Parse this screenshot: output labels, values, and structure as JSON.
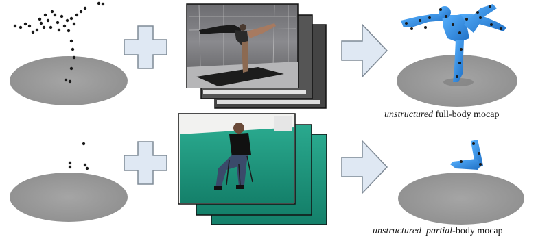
{
  "rows": [
    {
      "id": "full",
      "caption": {
        "italic": "unstructured",
        "rest": " full-body mocap"
      },
      "colors": {
        "body": "#2f8fe6",
        "floor_studio": "#3a3a3a",
        "mat": "#1c1c1c"
      }
    },
    {
      "id": "partial",
      "caption": {
        "italic": "unstructured  partial",
        "rest": "-body mocap"
      },
      "colors": {
        "body": "#2f8fe6",
        "floor_studio": "#1e9a82",
        "wall": "#f2f2f0"
      }
    }
  ],
  "colors": {
    "ground": "#9a9a9a",
    "plus_fill": "#dfe8f3",
    "plus_stroke": "#7f8a96",
    "arrow_fill": "#dfe8f3",
    "arrow_stroke": "#7f8a96",
    "marker": "#1a1a1a"
  },
  "icons": [
    "plus-icon",
    "right-arrow-icon"
  ]
}
